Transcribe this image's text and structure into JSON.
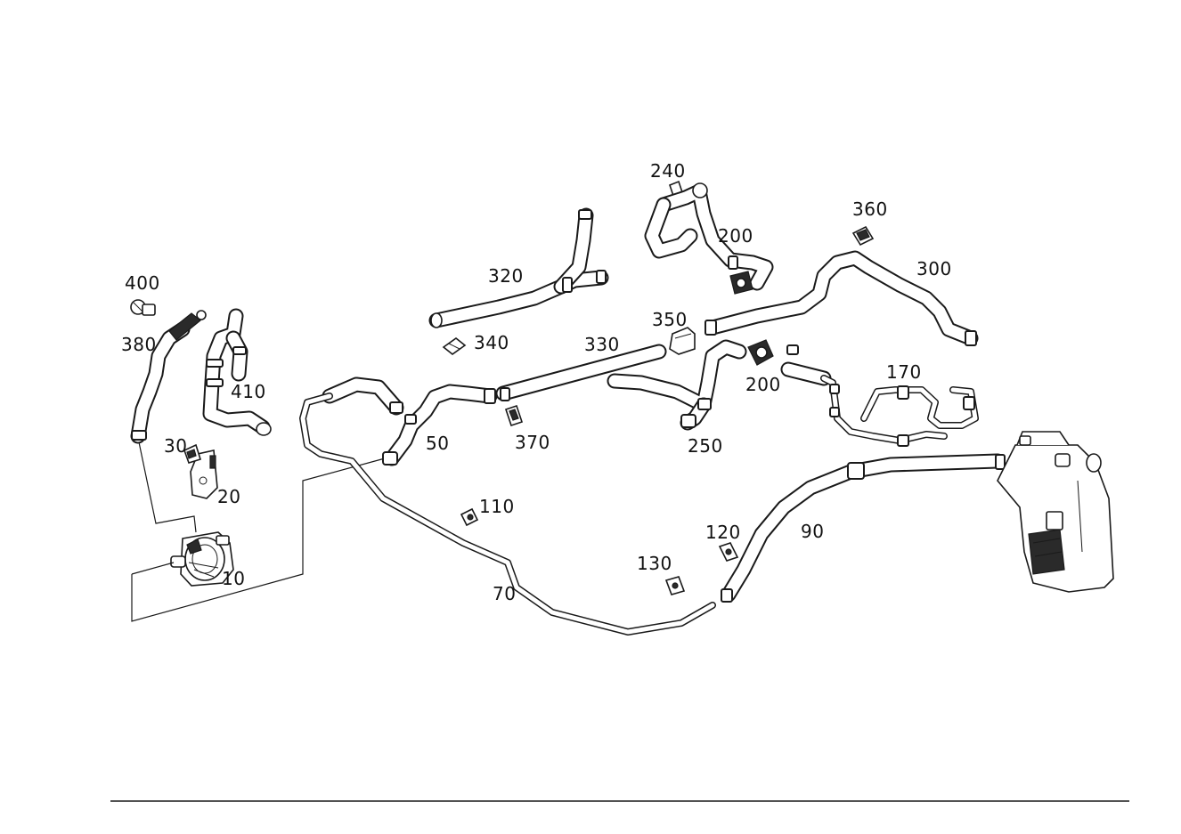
{
  "diagram": {
    "callouts": [
      {
        "id": "c10",
        "text": "10"
      },
      {
        "id": "c20",
        "text": "20"
      },
      {
        "id": "c30",
        "text": "30"
      },
      {
        "id": "c50",
        "text": "50"
      },
      {
        "id": "c70",
        "text": "70"
      },
      {
        "id": "c90",
        "text": "90"
      },
      {
        "id": "c110",
        "text": "110"
      },
      {
        "id": "c120",
        "text": "120"
      },
      {
        "id": "c130",
        "text": "130"
      },
      {
        "id": "c170",
        "text": "170"
      },
      {
        "id": "c200a",
        "text": "200"
      },
      {
        "id": "c200b",
        "text": "200"
      },
      {
        "id": "c240",
        "text": "240"
      },
      {
        "id": "c250",
        "text": "250"
      },
      {
        "id": "c300",
        "text": "300"
      },
      {
        "id": "c320",
        "text": "320"
      },
      {
        "id": "c330",
        "text": "330"
      },
      {
        "id": "c340",
        "text": "340"
      },
      {
        "id": "c350",
        "text": "350"
      },
      {
        "id": "c360",
        "text": "360"
      },
      {
        "id": "c370",
        "text": "370"
      },
      {
        "id": "c380",
        "text": "380"
      },
      {
        "id": "c400",
        "text": "400"
      },
      {
        "id": "c410",
        "text": "410"
      }
    ]
  },
  "colors": {
    "background": "#ffffff",
    "line": "#1a1a1a",
    "text": "#111111"
  }
}
